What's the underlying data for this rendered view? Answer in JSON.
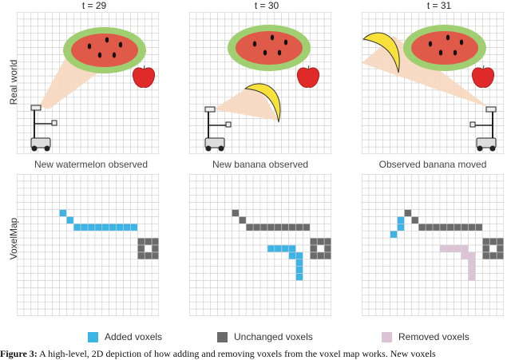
{
  "columns": [
    {
      "time": "t = 29",
      "caption": "New watermelon observed"
    },
    {
      "time": "t = 30",
      "caption": "New banana observed"
    },
    {
      "time": "t = 31",
      "caption": "Observed banana moved"
    }
  ],
  "row_labels": {
    "top": "Real world",
    "bottom": "VoxelMap"
  },
  "legend": [
    {
      "label": "Added voxels",
      "color": "#3db4e6"
    },
    {
      "label": "Unchanged voxels",
      "color": "#6b6b6b"
    },
    {
      "label": "Removed voxels",
      "color": "#dcc3d6"
    }
  ],
  "figure_caption": {
    "label": "Figure 3:",
    "text": "A high-level, 2D depiction of how adding and removing voxels from the voxel map works. New voxels"
  },
  "colors": {
    "grid_line": "#cfcfcf",
    "watermelon_rind": "#9fcf71",
    "watermelon_flesh": "#e05a4a",
    "apple": "#e02a2a",
    "banana": "#f7e13a",
    "camera_cone": "#f6d7be"
  }
}
